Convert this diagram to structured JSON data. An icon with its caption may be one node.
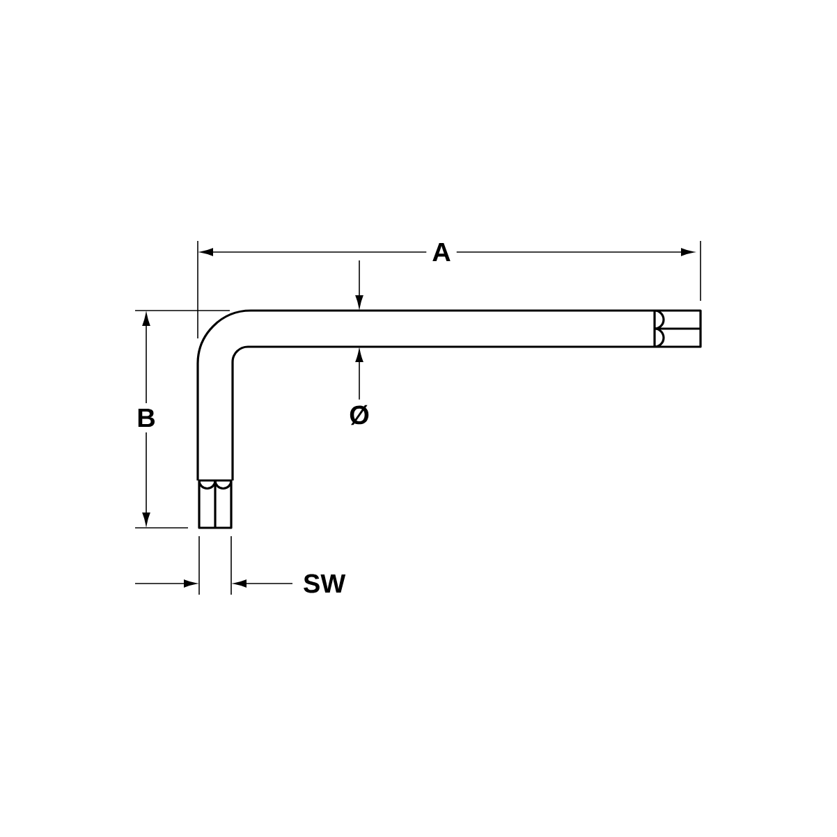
{
  "diagram": {
    "labels": [
      "A",
      "Ø",
      "B",
      "SW"
    ]
  }
}
